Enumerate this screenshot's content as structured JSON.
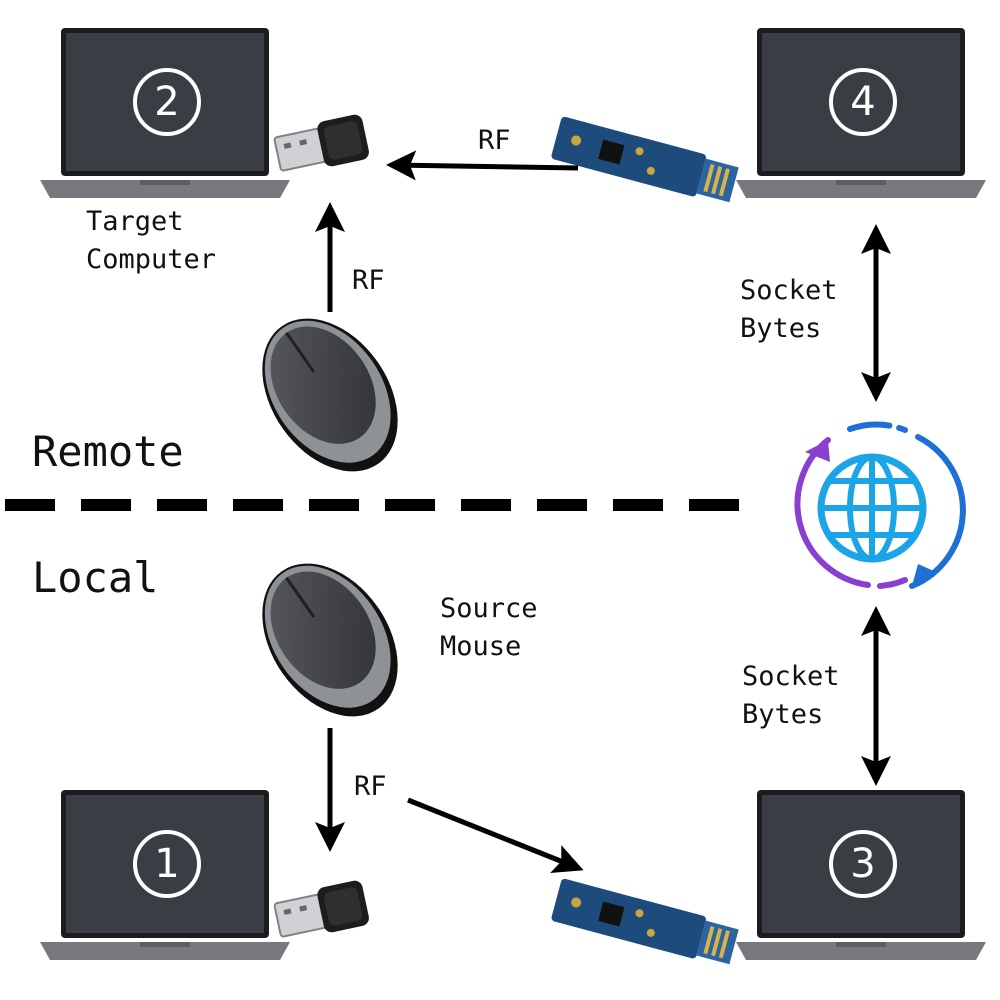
{
  "diagram": {
    "laptops": [
      {
        "id": "1",
        "number": "1"
      },
      {
        "id": "2",
        "number": "2"
      },
      {
        "id": "3",
        "number": "3"
      },
      {
        "id": "4",
        "number": "4"
      }
    ],
    "labels": {
      "target_computer": "Target\nComputer",
      "source_mouse": "Source\nMouse",
      "remote": "Remote",
      "local": "Local",
      "socket_bytes_top": "Socket\nBytes",
      "socket_bytes_bottom": "Socket\nBytes",
      "rf_top": "RF",
      "rf_mouse_remote": "RF",
      "rf_mouse_local": "RF"
    },
    "colors": {
      "laptop_screen": "#3b3d45",
      "laptop_body": "#77797f",
      "globe_blue": "#1ba4e6",
      "arc_purple": "#8a3fd1",
      "arc_blue": "#1e6fd6"
    },
    "icons": [
      "laptop-icon",
      "usb-dongle-icon",
      "rf-board-icon",
      "mouse-icon",
      "globe-network-icon"
    ]
  }
}
